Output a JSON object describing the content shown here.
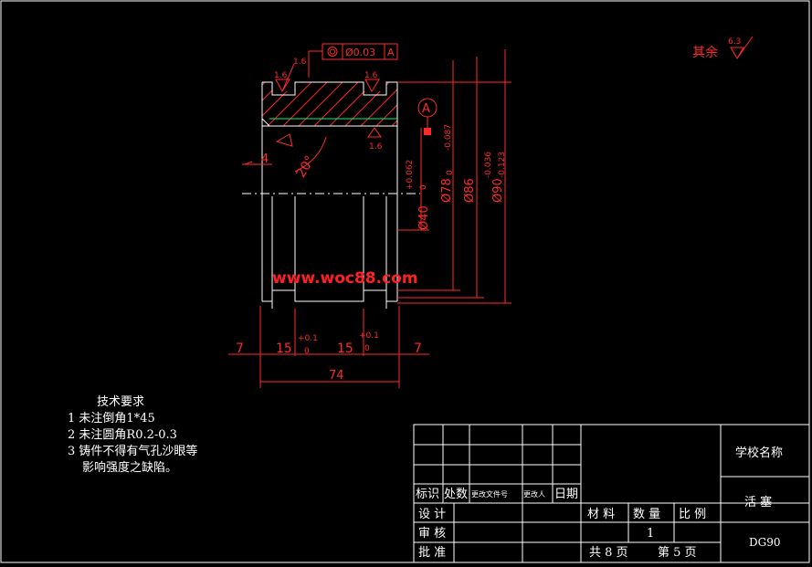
{
  "roughness": {
    "label": "其余",
    "value": "6.3"
  },
  "tolerance_frame": {
    "symbol": "◎",
    "value": "Ø0.03",
    "datum": "A"
  },
  "roughness_marks": [
    "1.6",
    "1.6",
    "1.6",
    "1.6"
  ],
  "datum_label": "A",
  "dims": {
    "left_chamfer": "4",
    "angle": "20°",
    "bore": "Ø40",
    "bore_tol_upper": "+0.062",
    "bore_tol_lower": "0",
    "d78": "Ø78",
    "d78_tol_upper": "0",
    "d78_tol_lower": "-0.087",
    "d86": "Ø86",
    "d90": "Ø90",
    "d90_tol_upper": "-0.036",
    "d90_tol_lower": "-0.123",
    "w7a": "7",
    "w15a": "15",
    "w15a_tol_upper": "+0.1",
    "w15a_tol_lower": "0",
    "w15b": "15",
    "w15b_tol_upper": "+0.1",
    "w15b_tol_lower": "0",
    "w7b": "7",
    "total": "74"
  },
  "watermark": "www.woc88.com",
  "tech_req": {
    "title": "技术要求",
    "items": [
      "1 未注倒角1*45",
      "2 未注圆角R0.2-0.3",
      "3 铸件不得有气孔沙眼等",
      "影响强度之缺陷。"
    ]
  },
  "title_block": {
    "rev_headers": [
      "标识",
      "处数",
      "更改文件号",
      "更改人",
      "日期"
    ],
    "design": "设 计",
    "check": "审 核",
    "approve": "批 准",
    "material": "材 料",
    "quantity": "数 量",
    "scale": "比 例",
    "quantity_value": "1",
    "sheets": "共 8 页",
    "sheet": "第 5 页",
    "school": "学校名称",
    "part_name": "活 塞",
    "part_code": "DG90"
  }
}
